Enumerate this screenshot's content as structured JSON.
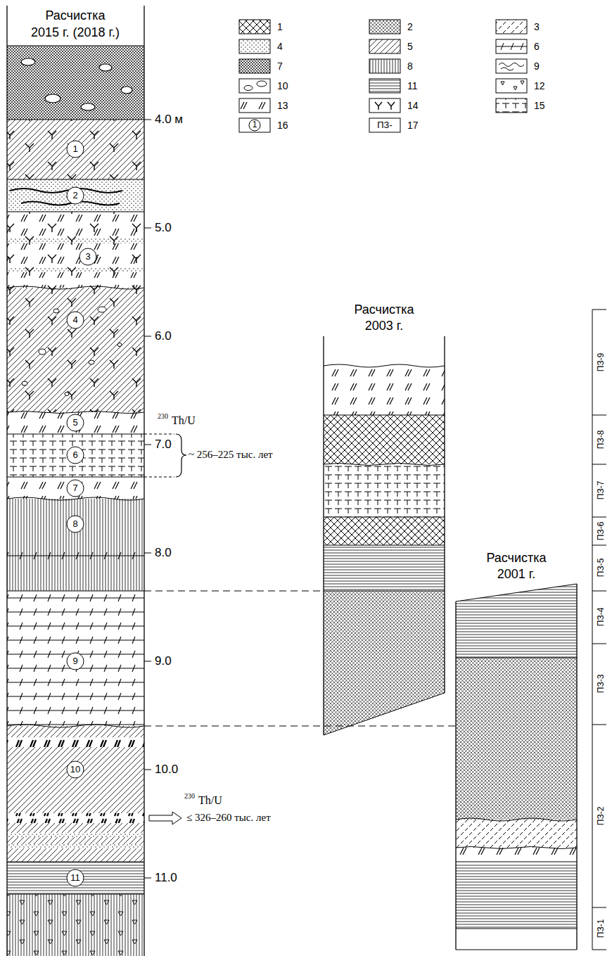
{
  "diagram": {
    "labels": [
      "Расчистка",
      "2015 г. (2018 г.)",
      "4.0 м",
      "5.0",
      "6.0",
      "7.0",
      "8.0",
      "9.0",
      "10.0",
      "11.0",
      "1",
      "2",
      "3",
      "4",
      "5",
      "6",
      "7",
      "8",
      "9",
      "10",
      "11",
      "230",
      "Th/U",
      "~ 256–225 тыс. лет",
      "230",
      "Th/U",
      "≤ 326–260 тыс. лет",
      "Расчистка",
      "2003 г.",
      "Расчистка",
      "2001 г.",
      "ПЗ-9",
      "ПЗ-8",
      "ПЗ-7",
      "ПЗ-6",
      "ПЗ-5",
      "ПЗ-4",
      "ПЗ-3",
      "ПЗ-2",
      "ПЗ-1",
      "1",
      "ПЗ-"
    ],
    "legend": [
      {
        "text": "1"
      },
      {
        "text": "2"
      },
      {
        "text": "3"
      },
      {
        "text": "4"
      },
      {
        "text": "5"
      },
      {
        "text": "6"
      },
      {
        "text": "7"
      },
      {
        "text": "8"
      },
      {
        "text": "9"
      },
      {
        "text": "10"
      },
      {
        "text": "11"
      },
      {
        "text": "12"
      },
      {
        "text": "13"
      },
      {
        "text": "14"
      },
      {
        "text": "15"
      },
      {
        "text": "16"
      },
      {
        "text": "17"
      }
    ]
  }
}
